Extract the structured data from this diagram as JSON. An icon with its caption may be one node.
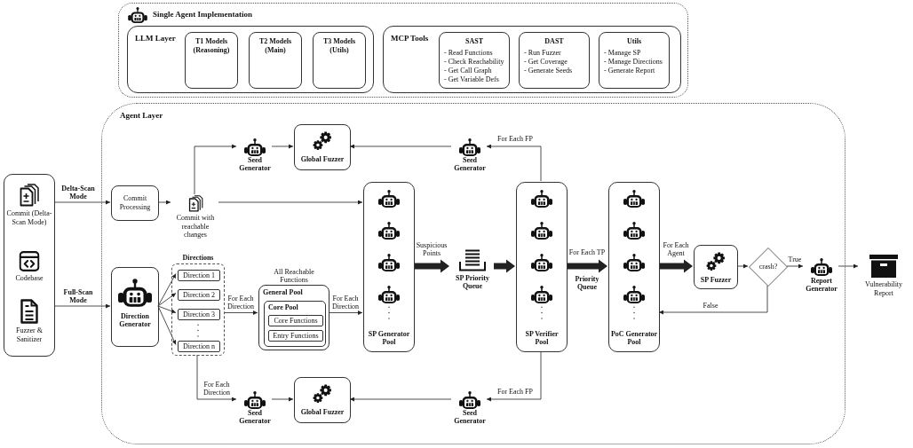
{
  "diagram": {
    "nodes": [
      {
        "text": [
          "Single Agent Implementation"
        ]
      },
      {
        "text": [
          "LLM Layer"
        ],
        "in": 0
      },
      {
        "text": [
          "T1 Models (Reasoning)"
        ],
        "in": 1
      },
      {
        "text": [
          "T2 Models (Main)"
        ],
        "in": 1
      },
      {
        "text": [
          "T3 Models (Utils)"
        ],
        "in": 1
      },
      {
        "text": [
          "MCP Tools"
        ],
        "in": 0
      },
      {
        "text": [
          "SAST",
          "- Read Functions",
          "- Check Reachability",
          "- Get Call Graph",
          "- Get Variable Defs"
        ],
        "in": 5
      },
      {
        "text": [
          "DAST",
          "- Run Fuzzer",
          "- Get Coverage",
          "- Generate Seeds"
        ],
        "in": 5
      },
      {
        "text": [
          "Utils",
          "- Manage SP",
          "- Manage Directions",
          "- Generate Report"
        ],
        "in": 5
      },
      {
        "text": [
          "Agent Layer"
        ]
      },
      {
        "text": [
          "Commit (Delta-Scan Mode)",
          "Codebase",
          "Fuzzer & Sanitizer"
        ]
      },
      {
        "text": [
          "Commit Processing"
        ],
        "in": 9
      },
      {
        "text": [
          "Commit with reachable changes"
        ],
        "in": 9
      },
      {
        "text": [
          "Seed Generator"
        ],
        "in": 9
      },
      {
        "text": [
          "Global Fuzzer"
        ],
        "in": 9
      },
      {
        "text": [
          "Seed Generator"
        ],
        "in": 9
      },
      {
        "text": [
          "SP Generator Pool"
        ],
        "in": 9
      },
      {
        "text": [
          "SP Priority Queue"
        ],
        "in": 9
      },
      {
        "text": [
          "SP Verifier Pool"
        ],
        "in": 9
      },
      {
        "text": [
          "PoC Generator Pool"
        ],
        "in": 9
      },
      {
        "text": [
          "SP Fuzzer"
        ],
        "in": 9
      },
      {
        "text": [
          "crash?"
        ],
        "in": 9
      },
      {
        "text": [
          "Report Generator"
        ],
        "in": 9
      },
      {
        "text": [
          "Vulnerability Report"
        ]
      },
      {
        "text": [
          "Direction Generator"
        ],
        "in": 9
      },
      {
        "text": [
          "Directions"
        ],
        "in": 9
      },
      {
        "text": [
          "Direction 1"
        ],
        "in": 25
      },
      {
        "text": [
          "Direction 2"
        ],
        "in": 25
      },
      {
        "text": [
          "Direction 3"
        ],
        "in": 25
      },
      {
        "text": [
          "Direction n"
        ],
        "in": 25
      },
      {
        "text": [
          "All Reachable Functions",
          "General Pool"
        ],
        "in": 9
      },
      {
        "text": [
          "Core Pool"
        ],
        "in": 30
      },
      {
        "text": [
          "Core Functions"
        ],
        "in": 31
      },
      {
        "text": [
          "Entry Functions"
        ],
        "in": 31
      },
      {
        "text": [
          "Seed Generator"
        ],
        "in": 9
      },
      {
        "text": [
          "Global Fuzzer"
        ],
        "in": 9
      },
      {
        "text": [
          "Seed Generator"
        ],
        "in": 9
      }
    ],
    "edges": [
      {
        "from": 10,
        "to": 11,
        "arrow": "to",
        "label": "Delta-Scan Mode"
      },
      {
        "from": 10,
        "to": 24,
        "arrow": "to",
        "label": "Full-Scan Mode"
      },
      {
        "from": 11,
        "to": 12,
        "arrow": "to"
      },
      {
        "from": 12,
        "to": 13,
        "arrow": "to"
      },
      {
        "from": 12,
        "to": 16,
        "arrow": "to"
      },
      {
        "from": 13,
        "to": 14,
        "arrow": "to"
      },
      {
        "from": 15,
        "to": 14,
        "arrow": "to"
      },
      {
        "from": 18,
        "to": 15,
        "arrow": "to",
        "label": "For Each FP"
      },
      {
        "from": 16,
        "to": 17,
        "arrow": "to",
        "label": "Suspicious Points",
        "style": "thick"
      },
      {
        "from": 17,
        "to": 18,
        "arrow": "to",
        "style": "thick"
      },
      {
        "from": 18,
        "to": 19,
        "arrow": "to",
        "label": "For Each TP",
        "style": "thick"
      },
      {
        "from": 19,
        "to": 20,
        "arrow": "to",
        "label": "For Each Agent",
        "style": "thick"
      },
      {
        "from": 20,
        "to": 21,
        "arrow": "to"
      },
      {
        "from": 21,
        "to": 22,
        "arrow": "to",
        "label": "True"
      },
      {
        "from": 21,
        "to": 19,
        "arrow": "to",
        "label": "False"
      },
      {
        "from": 22,
        "to": 23,
        "arrow": "to"
      },
      {
        "from": 24,
        "to": 26,
        "arrow": "to"
      },
      {
        "from": 24,
        "to": 27,
        "arrow": "to"
      },
      {
        "from": 24,
        "to": 28,
        "arrow": "to"
      },
      {
        "from": 24,
        "to": 29,
        "arrow": "to"
      },
      {
        "from": 25,
        "to": 30,
        "arrow": "to",
        "label": "For Each Direction"
      },
      {
        "from": 30,
        "to": 16,
        "arrow": "to",
        "label": "For Each Direction"
      },
      {
        "from": 25,
        "to": 34,
        "arrow": "to",
        "label": "For Each Direction"
      },
      {
        "from": 34,
        "to": 35,
        "arrow": "to"
      },
      {
        "from": 36,
        "to": 35,
        "arrow": "to"
      },
      {
        "from": 18,
        "to": 36,
        "arrow": "to",
        "label": "For Each FP"
      }
    ],
    "labels": [
      "Priority Queue"
    ]
  }
}
